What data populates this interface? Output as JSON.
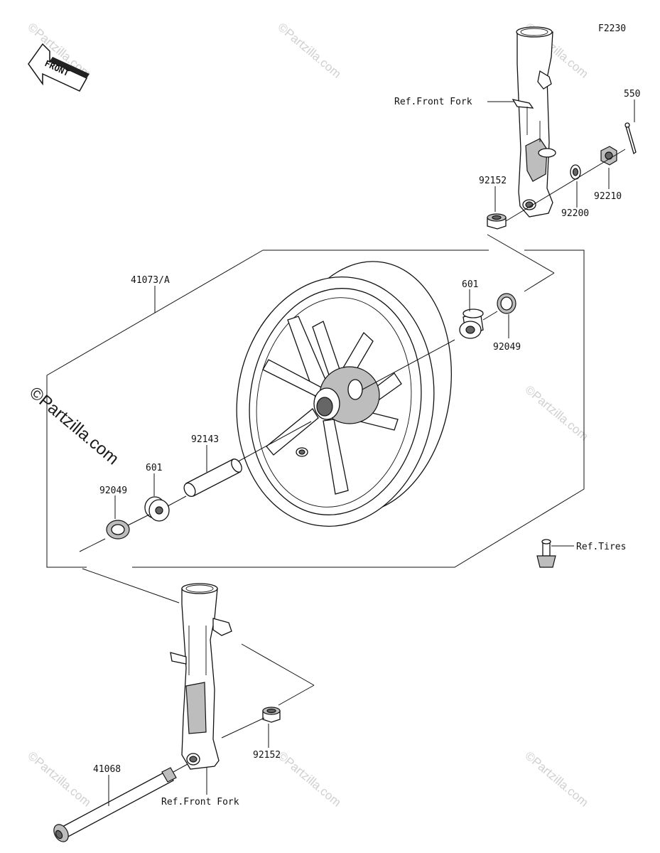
{
  "diagram_code": "F2230",
  "front_indicator": "FRONT",
  "watermark": "©Partzilla.com",
  "labels": {
    "ref_front_fork_top": "Ref.Front Fork",
    "ref_front_fork_bottom": "Ref.Front Fork",
    "ref_tires": "Ref.Tires",
    "p550": "550",
    "p92152_top": "92152",
    "p92210": "92210",
    "p92200": "92200",
    "p41073A": "41073/A",
    "p601_right": "601",
    "p92049_right": "92049",
    "p92143": "92143",
    "p601_left": "601",
    "p92049_left": "92049",
    "p92152_bottom": "92152",
    "p41068": "41068"
  }
}
